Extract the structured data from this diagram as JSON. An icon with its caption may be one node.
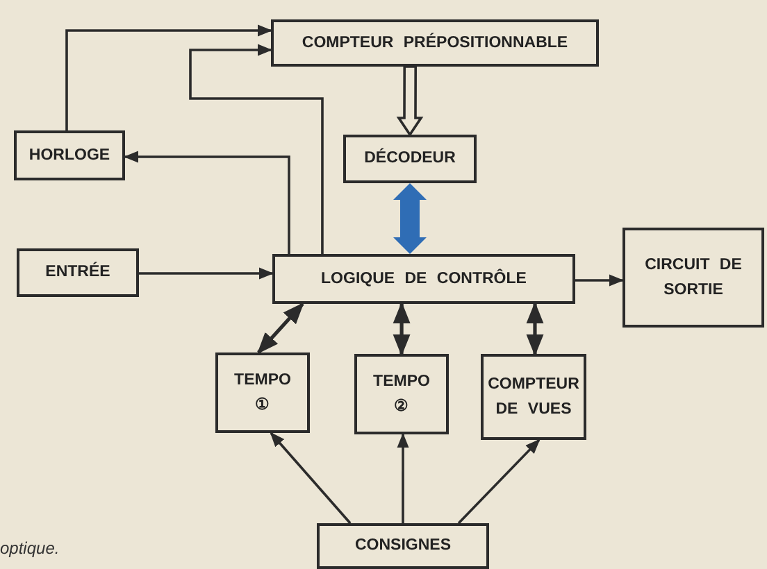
{
  "diagram": {
    "nodes": [
      {
        "text": [
          "COMPTEUR PRÉPOSITIONNABLE"
        ]
      },
      {
        "text": [
          "HORLOGE"
        ]
      },
      {
        "text": [
          "DÉCODEUR"
        ]
      },
      {
        "text": [
          "ENTRÉE"
        ]
      },
      {
        "text": [
          "LOGIQUE DE CONTRÔLE"
        ]
      },
      {
        "text": [
          "CIRCUIT DE SORTIE"
        ]
      },
      {
        "text": [
          "TEMPO ①"
        ]
      },
      {
        "text": [
          "TEMPO ②"
        ]
      },
      {
        "text": [
          "COMPTEUR DE VUES"
        ]
      },
      {
        "text": [
          "CONSIGNES"
        ]
      }
    ],
    "edges": [
      {
        "from": 1,
        "to": 0,
        "arrow": "to"
      },
      {
        "from": 0,
        "to": 2,
        "arrow": "to",
        "style": "thick"
      },
      {
        "from": 2,
        "to": 4,
        "arrow": "both",
        "style": "thick",
        "color": "#2f6db5"
      },
      {
        "from": 4,
        "to": 1,
        "arrow": "to"
      },
      {
        "from": 4,
        "to": 0,
        "arrow": "to"
      },
      {
        "from": 3,
        "to": 4,
        "arrow": "to"
      },
      {
        "from": 4,
        "to": 5,
        "arrow": "to"
      },
      {
        "from": 4,
        "to": 6,
        "arrow": "both"
      },
      {
        "from": 4,
        "to": 7,
        "arrow": "both"
      },
      {
        "from": 4,
        "to": 8,
        "arrow": "both"
      },
      {
        "from": 9,
        "to": 6,
        "arrow": "to"
      },
      {
        "from": 9,
        "to": 7,
        "arrow": "to"
      },
      {
        "from": 9,
        "to": 8,
        "arrow": "to"
      }
    ],
    "labels": [
      "optique."
    ]
  }
}
